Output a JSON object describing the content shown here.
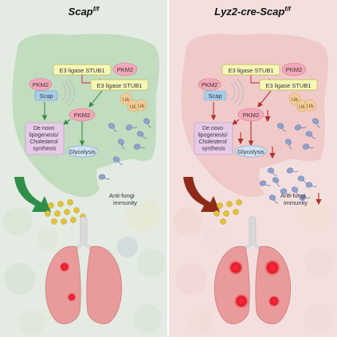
{
  "panels": {
    "left": {
      "title_main": "Scap",
      "title_sup": "f/f",
      "bg": "#e3ebe2",
      "cell_fill": "#c2dcbf"
    },
    "right": {
      "title_main": "Lyz2-cre-Scap",
      "title_sup": "f/f",
      "bg": "#f4dfdf",
      "cell_fill": "#f0c9c9"
    }
  },
  "labels": {
    "e3_ligase": "E3 ligase STUB1",
    "pkm2": "PKM2",
    "scap": "Scap",
    "ub": "Ub",
    "de_novo_line1": "De novo",
    "de_novo_line2": "lipogenesis/",
    "de_novo_line3": "Cholesterol",
    "de_novo_line4": "synthesis",
    "glycolysis": "Glycolysis",
    "anti_fungi_line1": "Anti-fungi",
    "anti_fungi_line2": "immunity"
  },
  "colors": {
    "e3_box": "#f6f7b7",
    "e3_border": "#b9bb55",
    "pkm2": "#f2a8b9",
    "scap": "#a6cdea",
    "de_novo": "#e6cbe8",
    "ub": "#f3cd99",
    "green_arrow": "#2f8f4a",
    "red_arrow": "#8f2a1a",
    "fungi": "#8fa2cc",
    "lung": "#e99a9a",
    "lesion": "#e21b2e",
    "trachea": "#d9d9d9",
    "spore": "#e1c23a"
  }
}
